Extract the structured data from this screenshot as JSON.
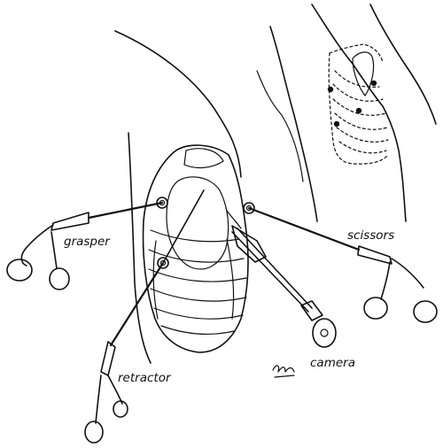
{
  "labels": {
    "grasper": "grasper",
    "scissors": "scissors",
    "retractor": "retractor",
    "camera": "camera"
  },
  "colors": {
    "ink": "#111111",
    "background": "#ffffff",
    "shade": "#b8b8b8"
  }
}
